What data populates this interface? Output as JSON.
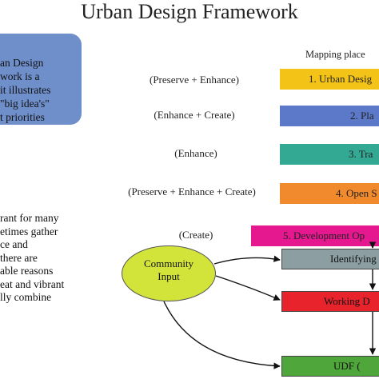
{
  "title": "Urban Design Framework",
  "intro_box": {
    "color": "#6f8fcb",
    "lines": [
      "an Design",
      "work is a",
      "it illustrates",
      "\"big idea's\"",
      "t priorities"
    ]
  },
  "left_paragraph": {
    "lines": [
      "rant for many",
      "etimes gather",
      "ce and",
      "there are",
      "able reasons",
      "eat and vibrant",
      "lly combine"
    ]
  },
  "mapping_header": "Mapping place",
  "strategies": [
    {
      "label": "(Preserve + Enhance)",
      "bar_text": "1. Urban Desig",
      "color": "#f3c318"
    },
    {
      "label": "(Enhance + Create)",
      "bar_text": "2. Pla",
      "color": "#5b79c8"
    },
    {
      "label": "(Enhance)",
      "bar_text": "3. Tra",
      "color": "#33a892"
    },
    {
      "label": "(Preserve + Enhance + Create)",
      "bar_text": "4. Open S",
      "color": "#f08a2c"
    },
    {
      "label": "(Create)",
      "bar_text": "5. Development Op",
      "color": "#e5188f"
    }
  ],
  "process": [
    {
      "text": "Identifying",
      "color": "#8c9ea2"
    },
    {
      "text": "Working D",
      "color": "#e8232c"
    },
    {
      "text": "UDF (",
      "color": "#4fa63a"
    }
  ],
  "community_input": {
    "line1": "Community",
    "line2": "Input",
    "color": "#d2e33a"
  }
}
